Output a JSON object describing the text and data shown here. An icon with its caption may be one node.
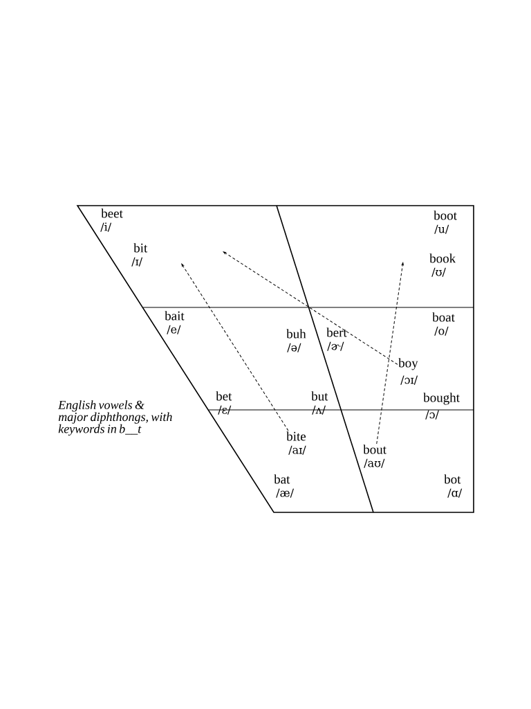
{
  "diagram": {
    "caption": "English vowels & major diphthongs, with keywords in b__t",
    "nodes": [
      {
        "text": [
          "beet",
          "/i/"
        ]
      },
      {
        "text": [
          "boot",
          "/u/"
        ]
      },
      {
        "text": [
          "bit",
          "/ɪ/"
        ]
      },
      {
        "text": [
          "book",
          "/ʊ/"
        ]
      },
      {
        "text": [
          "bait",
          "/e/"
        ]
      },
      {
        "text": [
          "boat",
          "/o/"
        ]
      },
      {
        "text": [
          "buh",
          "/ə/"
        ]
      },
      {
        "text": [
          "bert",
          "/ɚ/"
        ]
      },
      {
        "text": [
          "boy",
          "/ɔɪ/"
        ]
      },
      {
        "text": [
          "bet",
          "/ɛ/"
        ]
      },
      {
        "text": [
          "but",
          "/ʌ/"
        ]
      },
      {
        "text": [
          "bought",
          "/ɔ/"
        ]
      },
      {
        "text": [
          "bite",
          "/aɪ/"
        ]
      },
      {
        "text": [
          "bout",
          "/aʊ/"
        ]
      },
      {
        "text": [
          "bat",
          "/æ/"
        ]
      },
      {
        "text": [
          "bot",
          "/ɑ/"
        ]
      }
    ],
    "edges": [
      {
        "from": 8,
        "to": null,
        "arrow": "to",
        "style": "dashed"
      },
      {
        "from": 12,
        "to": null,
        "arrow": "to",
        "style": "dashed"
      },
      {
        "from": 13,
        "to": null,
        "arrow": "to",
        "style": "dashed"
      }
    ]
  }
}
